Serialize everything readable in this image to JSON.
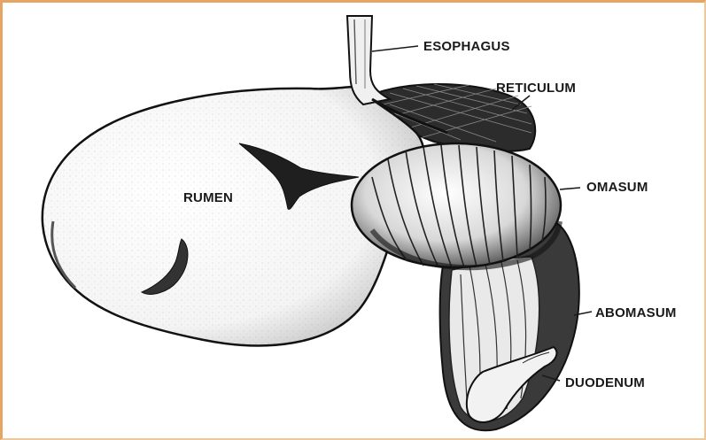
{
  "labels": {
    "esophagus": "ESOPHAGUS",
    "reticulum": "RETICULUM",
    "rumen": "RUMEN",
    "omasum": "OMASUM",
    "abomasum": "ABOMASUM",
    "duodenum": "DUODENUM"
  },
  "colors": {
    "frame": "#e7a563",
    "ink": "#1a1a1a",
    "paper": "#ffffff"
  }
}
